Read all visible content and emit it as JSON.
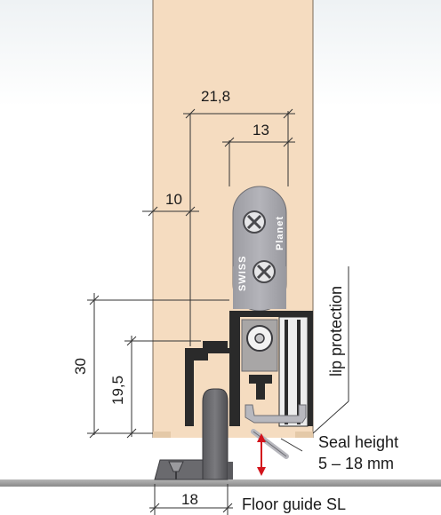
{
  "dimensions": {
    "overall_width": "21,8",
    "inner_width": "13",
    "door_offset": "10",
    "total_height": "30",
    "profile_height": "19,5",
    "floor_guide_width": "18"
  },
  "labels": {
    "lip_protection": "lip protection",
    "seal_height_line1": "Seal height",
    "seal_height_line2": "5 – 18 mm",
    "floor_guide": "Floor guide SL"
  },
  "brand": {
    "line1": "SWISS",
    "line2": "Planet"
  },
  "colors": {
    "door": "#f5dcc0",
    "door_edge": "#e4c9a8",
    "floor": "#9a9a9a",
    "profile": "#2a2a2a",
    "bracket": "#a8a8ac",
    "seal": "#b8b8be",
    "arrow": "#d3141c"
  }
}
